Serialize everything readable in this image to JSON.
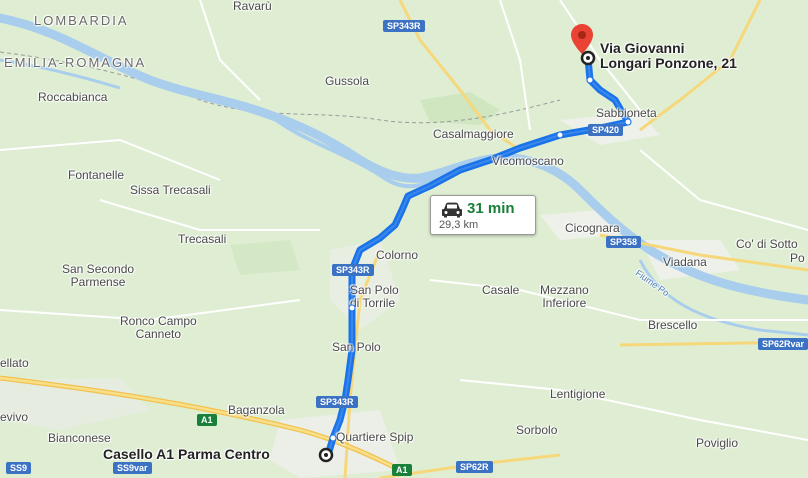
{
  "regions": [
    "LOMBARDIA",
    "EMILIA-ROMAGNA"
  ],
  "places": {
    "ravara": "Ravarù",
    "gussola": "Gussola",
    "roccabianca": "Roccabianca",
    "casalmaggiore": "Casalmaggiore",
    "sabbioneta": "Sabbioneta",
    "vicomoscano": "Vicomoscano",
    "fontanelle": "Fontanelle",
    "sissa_trecasali": "Sissa Trecasali",
    "trecasali": "Trecasali",
    "cicognara": "Cicognara",
    "viadana": "Viadana",
    "co_di_sotto": "Co' di Sotto",
    "po": "Po",
    "colorno": "Colorno",
    "san_secondo": "San Secondo\nParmense",
    "san_polo_torrile": "San Polo\ndi Torrile",
    "casale": "Casale",
    "mezzano": "Mezzano\nInferiore",
    "ronco_campo": "Ronco Campo\nCanneto",
    "brescello": "Brescello",
    "ellato": "ellato",
    "san_polo": "San Polo",
    "lentigione": "Lentigione",
    "baganzola": "Baganzola",
    "evivo": "evivo",
    "bianconese": "Bianconese",
    "quartiere_spip": "Quartiere Spip",
    "sorbolo": "Sorbolo",
    "poviglio": "Poviglio",
    "fiume_po": "Fiume Po"
  },
  "roads": {
    "sp343r_top": "SP343R",
    "sp420": "SP420",
    "sp358": "SP358",
    "sp343r_mid": "SP343R",
    "sp343r_low": "SP343R",
    "a1_left": "A1",
    "a1_bottom": "A1",
    "sp62r": "SP62R",
    "sp62rvar": "SP62Rvar",
    "ss9": "SS9",
    "ss9var": "SS9var"
  },
  "route": {
    "destination": "Via Giovanni\nLongari Ponzone, 21",
    "origin": "Casello A1 Parma Centro",
    "duration": "31 min",
    "distance": "29,3 km",
    "mode_icon": "car-icon",
    "color": "#1a73e8"
  },
  "colors": {
    "land": "#dfeed3",
    "river": "#a9cdec",
    "highway": "#f6d77a",
    "route": "#1a73e8",
    "pin": "#ea4335"
  }
}
